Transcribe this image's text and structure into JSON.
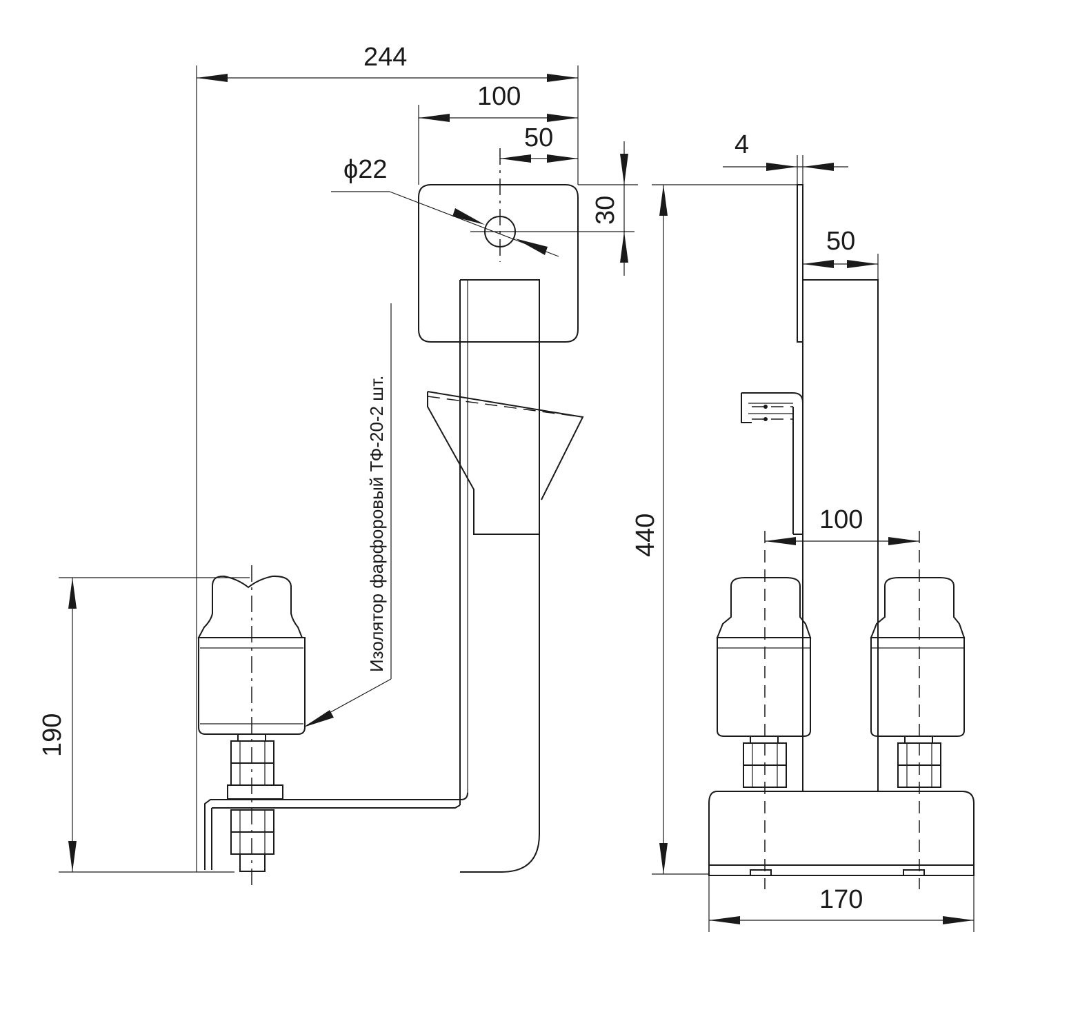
{
  "dimensions": {
    "overall_width": "244",
    "plate_width": "100",
    "hole_offset": "50",
    "hole_diameter": "ϕ22",
    "hole_height": "30",
    "plate_thickness": "4",
    "bar_width": "50",
    "overall_height": "440",
    "insulator_spacing": "100",
    "base_width": "170",
    "insulator_height": "190"
  },
  "note": {
    "insulator_label": "Изолятор фарфоровый ТФ-20-2 шт."
  }
}
